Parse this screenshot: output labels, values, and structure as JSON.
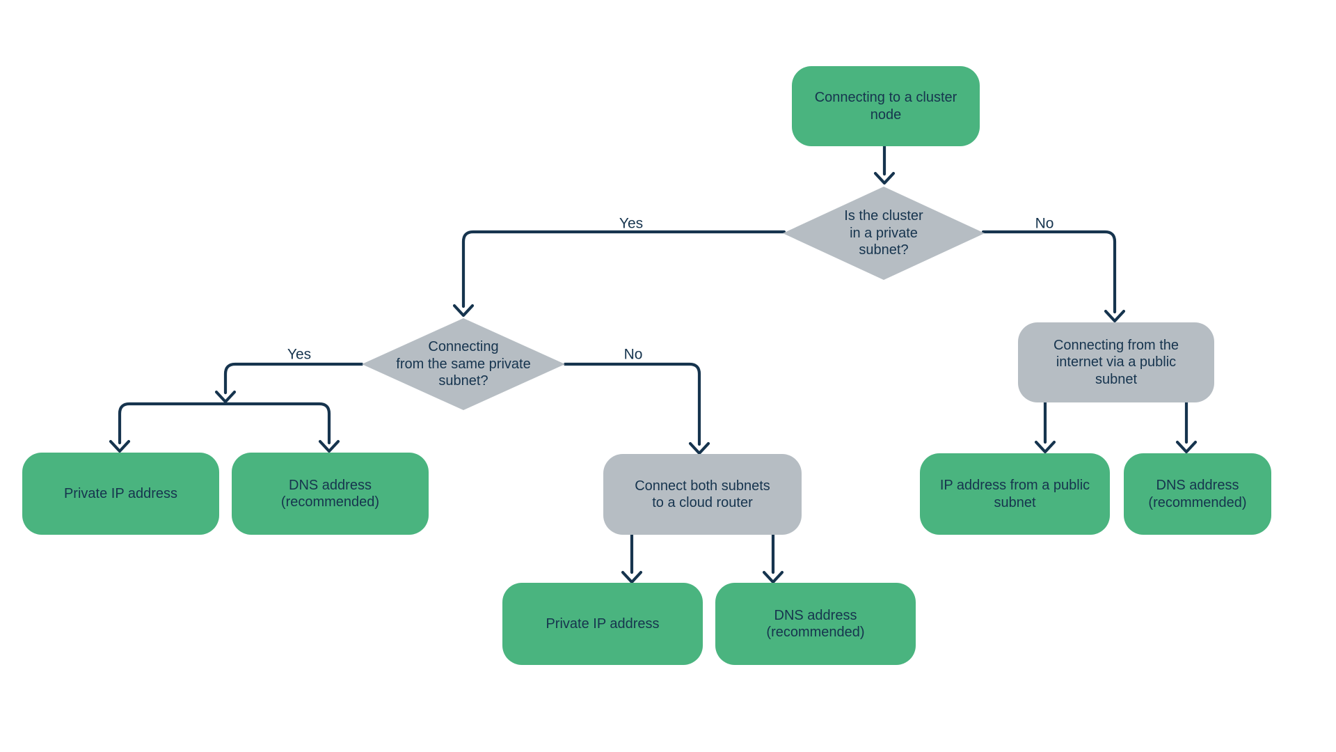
{
  "colors": {
    "green": "#4ab47f",
    "gray": "#b6bdc3",
    "navy": "#16344e",
    "background": "#ffffff"
  },
  "nodes": {
    "start": {
      "label": "Connecting to a cluster\nnode"
    },
    "is_private_subnet": {
      "label": "Is the cluster\nin a private\nsubnet?"
    },
    "same_private_subnet": {
      "label": "Connecting\nfrom the same private\nsubnet?"
    },
    "internet_public_subnet": {
      "label": "Connecting from the\ninternet via a public\nsubnet"
    },
    "cloud_router": {
      "label": "Connect both subnets\nto a cloud router"
    },
    "private_ip_same_subnet": {
      "label": "Private IP address"
    },
    "dns_same_subnet": {
      "label": "DNS address\n(recommended)"
    },
    "private_ip_router": {
      "label": "Private IP address"
    },
    "dns_router": {
      "label": "DNS address\n(recommended)"
    },
    "public_ip": {
      "label": "IP address from a public\nsubnet"
    },
    "dns_public": {
      "label": "DNS address\n(recommended)"
    }
  },
  "edge_labels": {
    "yes_to_same_subnet": "Yes",
    "no_to_internet": "No",
    "yes_to_direct": "Yes",
    "no_to_router": "No"
  }
}
